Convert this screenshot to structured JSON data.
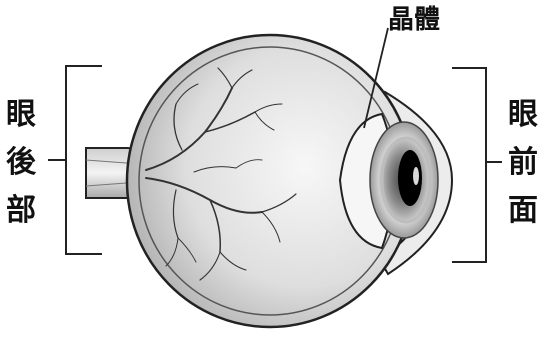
{
  "labels": {
    "lens": "晶體",
    "posterior": [
      "眼",
      "後",
      "部"
    ],
    "anterior": [
      "眼",
      "前",
      "面"
    ]
  },
  "colors": {
    "line": "#222222",
    "eyeball_light": "#f4f4f4",
    "eyeball_dark": "#9a9a9a",
    "pupil": "#000000",
    "background": "#ffffff"
  }
}
